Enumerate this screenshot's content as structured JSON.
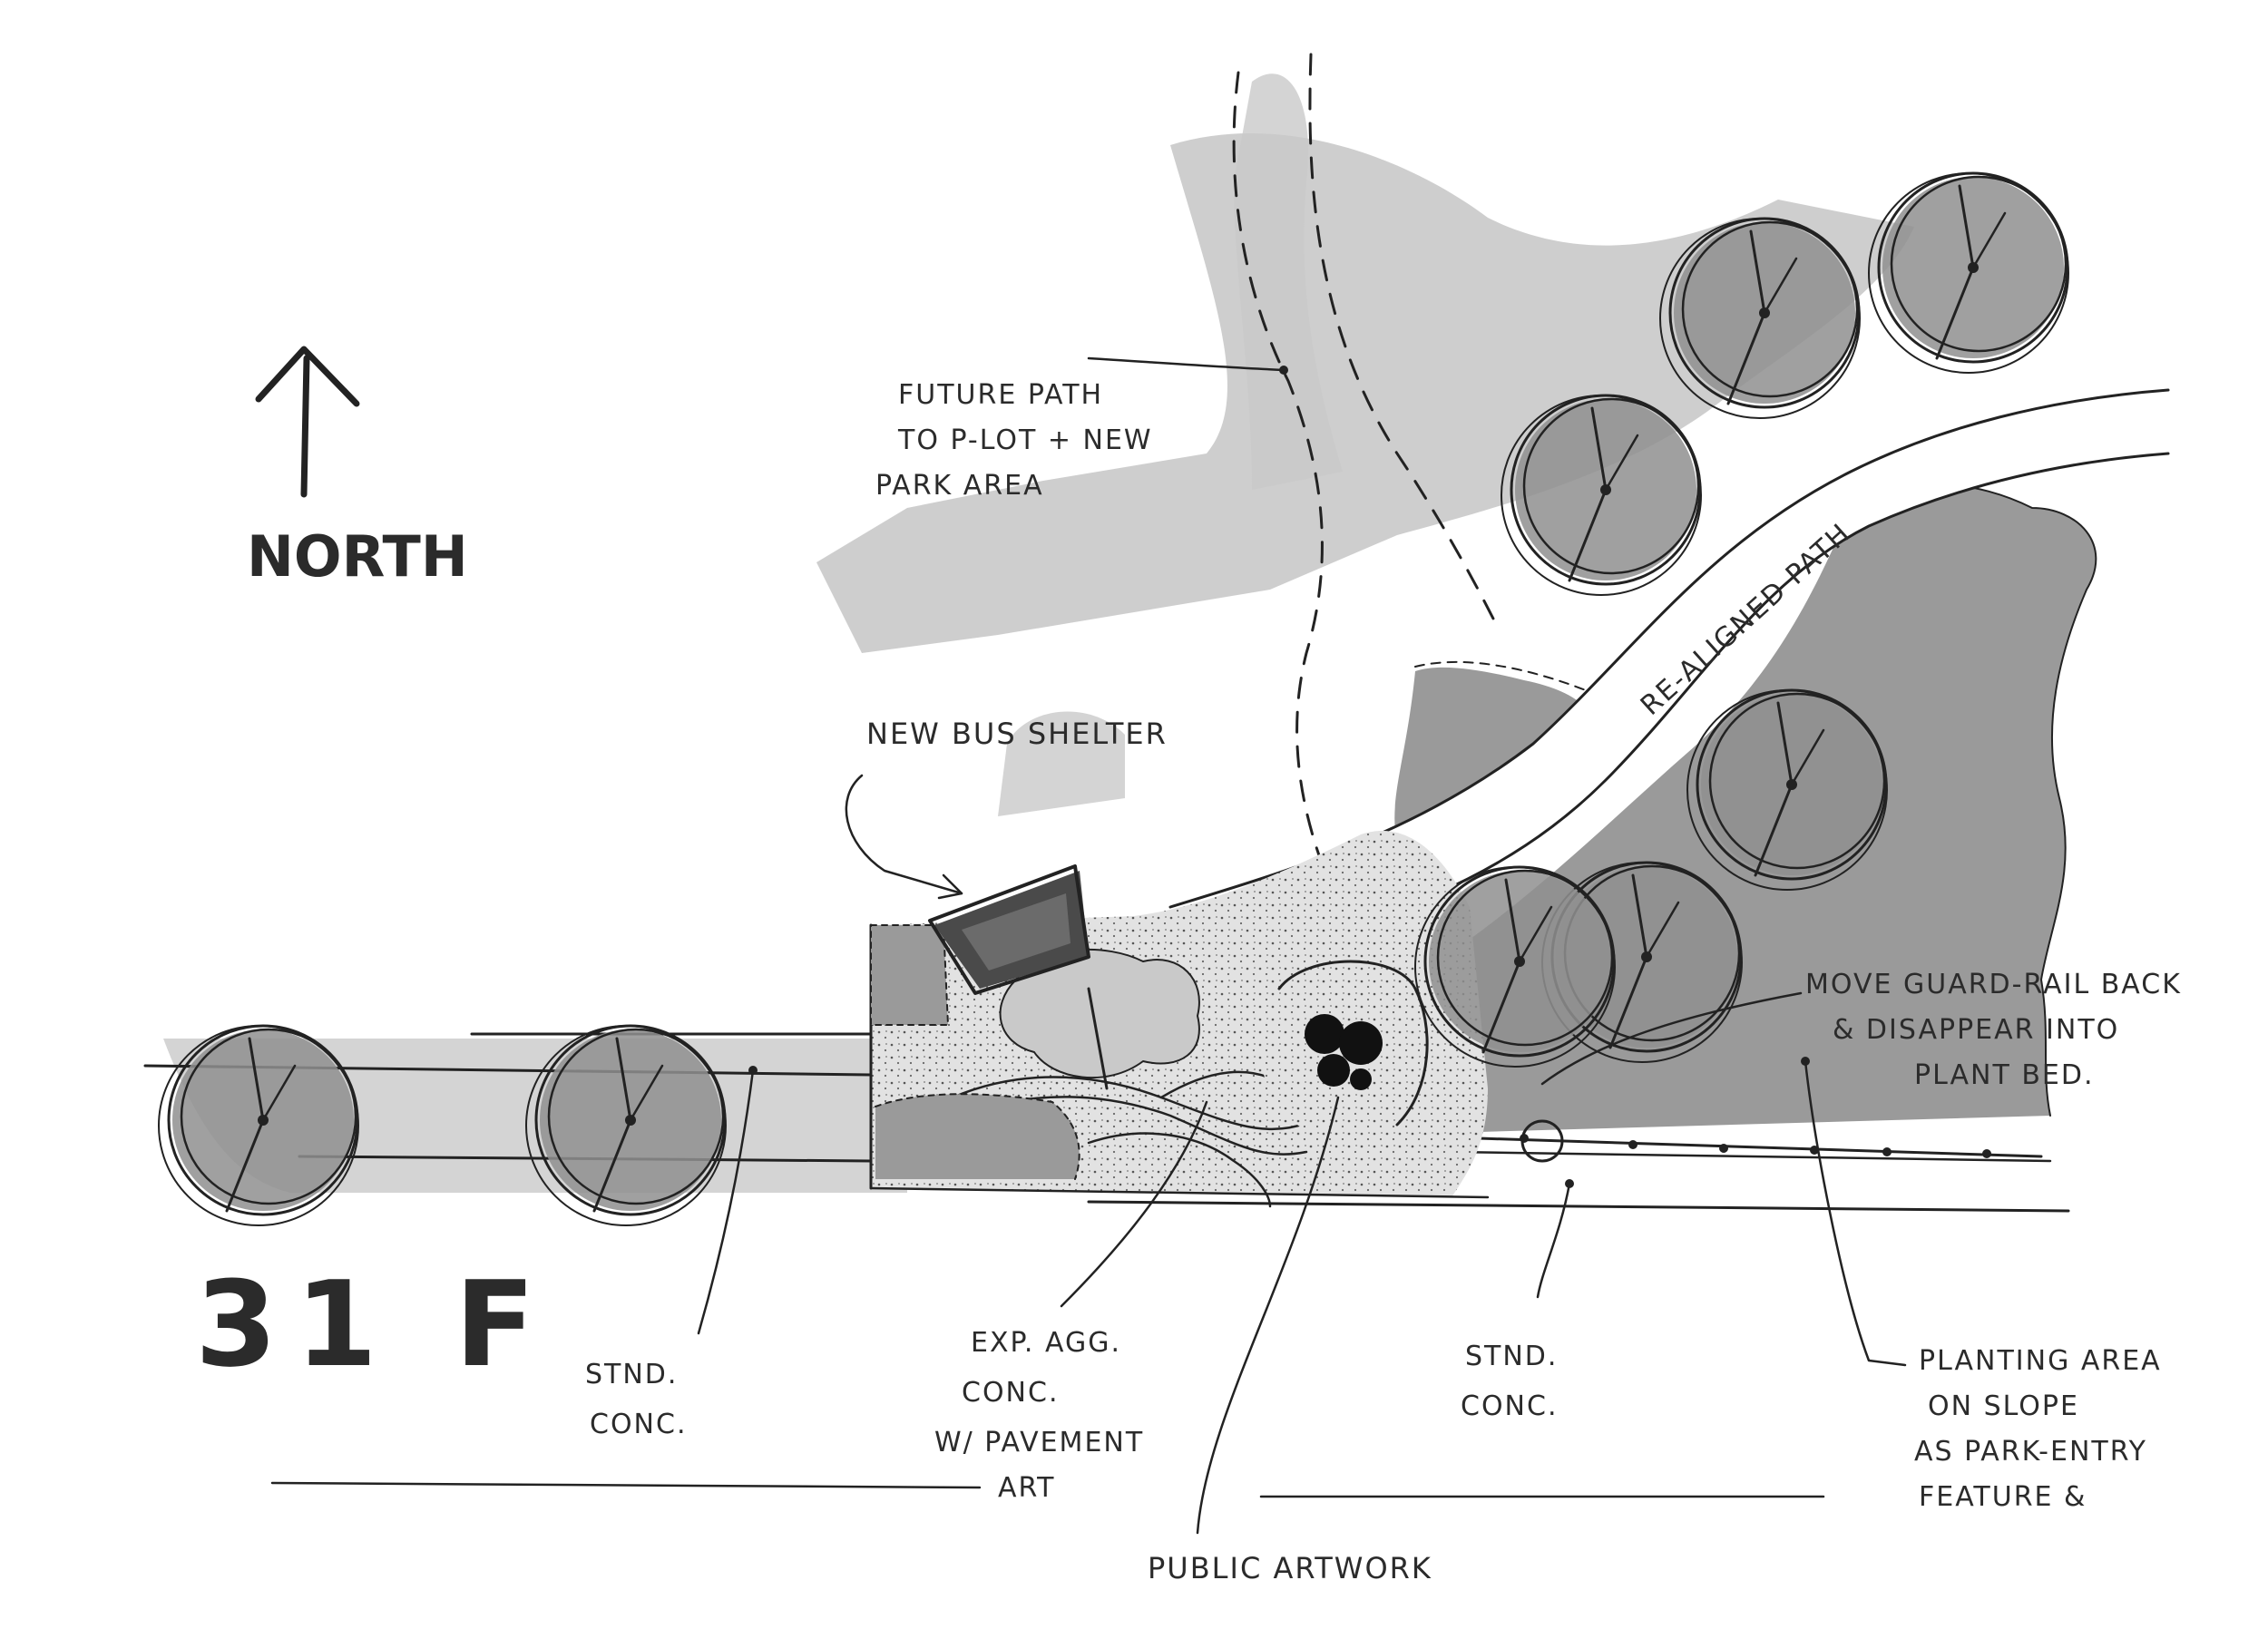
{
  "labels": {
    "north": "NORTH",
    "project_code": "31 F",
    "future_path": [
      "FUTURE PATH",
      "TO P-LOT + NEW",
      "PARK AREA"
    ],
    "bus_shelter": "NEW BUS SHELTER",
    "realigned_path": "RE-ALIGNED PATH",
    "guard_rail": [
      "MOVE GUARD-RAIL BACK",
      "& DISAPPEAR INTO",
      "PLANT BED."
    ],
    "stnd_conc_left": [
      "STND.",
      "CONC."
    ],
    "exp_agg": [
      "EXP. AGG.",
      "CONC.",
      "W/ PAVEMENT",
      "ART"
    ],
    "stnd_conc_right": [
      "STND.",
      "CONC."
    ],
    "planting_area": [
      "PLANTING AREA",
      "ON SLOPE",
      "AS PARK-ENTRY",
      "FEATURE &"
    ],
    "public_artwork": "PUBLIC ARTWORK"
  },
  "colors": {
    "ink": "#222222",
    "marker_mid": "#9a9a9a",
    "marker_dark": "#7b7b7b",
    "marker_light": "#c9c9c9"
  },
  "icons": {
    "north_arrow": "north-arrow-icon",
    "tree": "tree-canopy-icon"
  }
}
